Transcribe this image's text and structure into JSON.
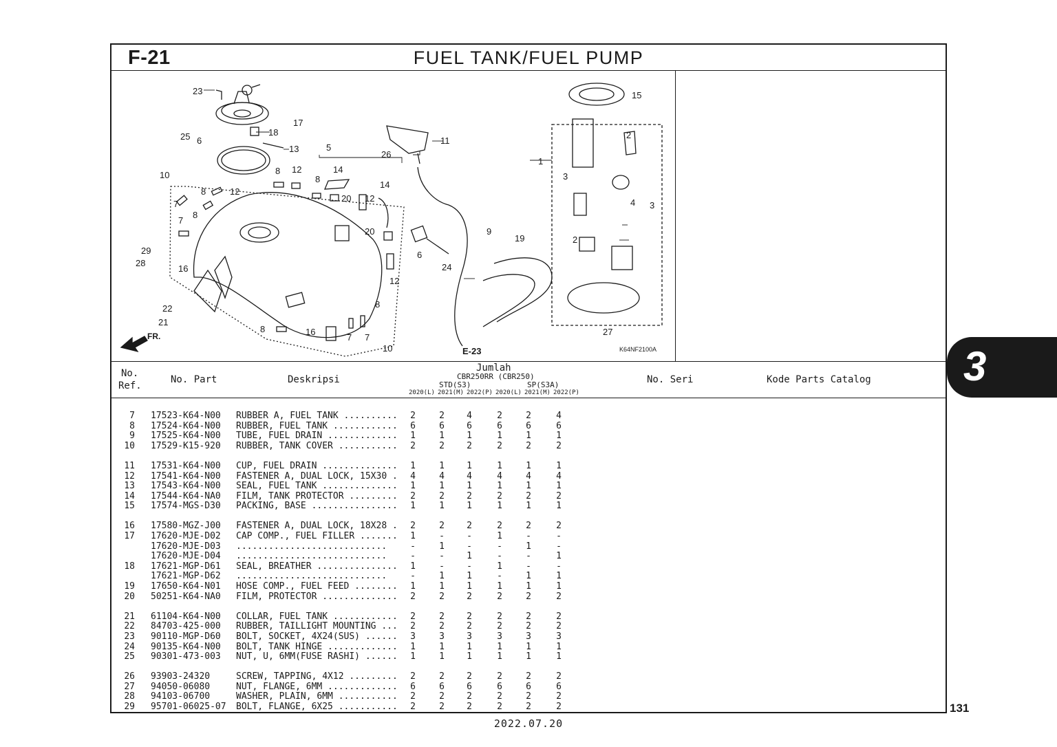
{
  "section_code": "F-21",
  "section_title": "FUEL TANK/FUEL PUMP",
  "diagram_code": "K64NF2100A",
  "callouts": {
    "fr": "FR.",
    "e23": "E-23",
    "n1": "1",
    "n2a": "2",
    "n2b": "2",
    "n3a": "3",
    "n3b": "3",
    "n4": "4",
    "n5": "5",
    "n6a": "6",
    "n6b": "6",
    "n7a": "7",
    "n7b": "7",
    "n7c": "7",
    "n7d": "7",
    "n8a": "8",
    "n8b": "8",
    "n8c": "8",
    "n8d": "8",
    "n8e": "8",
    "n8f": "8",
    "n9": "9",
    "n10a": "10",
    "n10b": "10",
    "n11": "11",
    "n12a": "12",
    "n12b": "12",
    "n12c": "12",
    "n12d": "12",
    "n13": "13",
    "n14a": "14",
    "n14b": "14",
    "n15": "15",
    "n16a": "16",
    "n16b": "16",
    "n17": "17",
    "n18": "18",
    "n19": "19",
    "n20a": "20",
    "n20b": "20",
    "n21": "21",
    "n22": "22",
    "n23": "23",
    "n24": "24",
    "n25": "25",
    "n26": "26",
    "n27": "27",
    "n28": "28",
    "n29": "29"
  },
  "table_header": {
    "ref_line1": "No.",
    "ref_line2": "Ref.",
    "part": "No. Part",
    "desc": "Deskripsi",
    "jumlah": "Jumlah",
    "model": "CBR250RR (CBR250)",
    "std": "STD(S3)",
    "sp": "SP(S3A)",
    "years": [
      "2020(L)",
      "2021(M)",
      "2022(P)",
      "2020(L)",
      "2021(M)",
      "2022(P)"
    ],
    "serial": "No. Seri",
    "catalog": "Kode Parts Catalog"
  },
  "parts": [
    {
      "ref": "7",
      "part": "17523-K64-N00",
      "desc": "RUBBER A, FUEL TANK ............",
      "q": [
        "2",
        "2",
        "4",
        "2",
        "2",
        "4"
      ]
    },
    {
      "ref": "8",
      "part": "17524-K64-N00",
      "desc": "RUBBER, FUEL TANK .............",
      "q": [
        "6",
        "6",
        "6",
        "6",
        "6",
        "6"
      ]
    },
    {
      "ref": "9",
      "part": "17525-K64-N00",
      "desc": "TUBE, FUEL DRAIN ..............",
      "q": [
        "1",
        "1",
        "1",
        "1",
        "1",
        "1"
      ]
    },
    {
      "ref": "10",
      "part": "17529-K15-920",
      "desc": "RUBBER, TANK COVER ............",
      "q": [
        "2",
        "2",
        "2",
        "2",
        "2",
        "2"
      ]
    },
    {
      "ref": "11",
      "part": "17531-K64-N00",
      "desc": "CUP, FUEL DRAIN ...............",
      "q": [
        "1",
        "1",
        "1",
        "1",
        "1",
        "1"
      ]
    },
    {
      "ref": "12",
      "part": "17541-K64-N00",
      "desc": "FASTENER A, DUAL LOCK, 15X30 ...",
      "q": [
        "4",
        "4",
        "4",
        "4",
        "4",
        "4"
      ]
    },
    {
      "ref": "13",
      "part": "17543-K64-N00",
      "desc": "SEAL, FUEL TANK ...............",
      "q": [
        "1",
        "1",
        "1",
        "1",
        "1",
        "1"
      ]
    },
    {
      "ref": "14",
      "part": "17544-K64-NA0",
      "desc": "FILM, TANK PROTECTOR ..........",
      "q": [
        "2",
        "2",
        "2",
        "2",
        "2",
        "2"
      ]
    },
    {
      "ref": "15",
      "part": "17574-MGS-D30",
      "desc": "PACKING, BASE .................",
      "q": [
        "1",
        "1",
        "1",
        "1",
        "1",
        "1"
      ]
    },
    {
      "ref": "16",
      "part": "17580-MGZ-J00",
      "desc": "FASTENER A, DUAL LOCK, 18X28 ...",
      "q": [
        "2",
        "2",
        "2",
        "2",
        "2",
        "2"
      ]
    },
    {
      "ref": "17",
      "part": "17620-MJE-D02",
      "desc": "CAP COMP., FUEL FILLER ........",
      "q": [
        "1",
        "-",
        "-",
        "1",
        "-",
        "-"
      ]
    },
    {
      "ref": "",
      "part": "17620-MJE-D03",
      "desc": "  ............................",
      "q": [
        "-",
        "1",
        "-",
        "-",
        "1",
        "-"
      ]
    },
    {
      "ref": "",
      "part": "17620-MJE-D04",
      "desc": "  ............................",
      "q": [
        "-",
        "-",
        "1",
        "-",
        "-",
        "1"
      ]
    },
    {
      "ref": "18",
      "part": "17621-MGP-D61",
      "desc": "SEAL, BREATHER ................",
      "q": [
        "1",
        "-",
        "-",
        "1",
        "-",
        "-"
      ]
    },
    {
      "ref": "",
      "part": "17621-MGP-D62",
      "desc": "  ............................",
      "q": [
        "-",
        "1",
        "1",
        "-",
        "1",
        "1"
      ]
    },
    {
      "ref": "19",
      "part": "17650-K64-N01",
      "desc": "HOSE COMP., FUEL FEED .........",
      "q": [
        "1",
        "1",
        "1",
        "1",
        "1",
        "1"
      ]
    },
    {
      "ref": "20",
      "part": "50251-K64-NA0",
      "desc": "FILM, PROTECTOR ...............",
      "q": [
        "2",
        "2",
        "2",
        "2",
        "2",
        "2"
      ]
    },
    {
      "ref": "21",
      "part": "61104-K64-N00",
      "desc": "COLLAR, FUEL TANK .............",
      "q": [
        "2",
        "2",
        "2",
        "2",
        "2",
        "2"
      ]
    },
    {
      "ref": "22",
      "part": "84703-425-000",
      "desc": "RUBBER, TAILLIGHT MOUNTING .....",
      "q": [
        "2",
        "2",
        "2",
        "2",
        "2",
        "2"
      ]
    },
    {
      "ref": "23",
      "part": "90110-MGP-D60",
      "desc": "BOLT, SOCKET, 4X24(SUS) .......",
      "q": [
        "3",
        "3",
        "3",
        "3",
        "3",
        "3"
      ]
    },
    {
      "ref": "24",
      "part": "90135-K64-N00",
      "desc": "BOLT, TANK HINGE ..............",
      "q": [
        "1",
        "1",
        "1",
        "1",
        "1",
        "1"
      ]
    },
    {
      "ref": "25",
      "part": "90301-473-003",
      "desc": "NUT, U, 6MM(FUSE RASHI) .......",
      "q": [
        "1",
        "1",
        "1",
        "1",
        "1",
        "1"
      ]
    },
    {
      "ref": "26",
      "part": "93903-24320",
      "desc": "SCREW, TAPPING, 4X12 ..........",
      "q": [
        "2",
        "2",
        "2",
        "2",
        "2",
        "2"
      ]
    },
    {
      "ref": "27",
      "part": "94050-06080",
      "desc": "NUT, FLANGE, 6MM ..............",
      "q": [
        "6",
        "6",
        "6",
        "6",
        "6",
        "6"
      ]
    },
    {
      "ref": "28",
      "part": "94103-06700",
      "desc": "WASHER, PLAIN, 6MM ............",
      "q": [
        "2",
        "2",
        "2",
        "2",
        "2",
        "2"
      ]
    },
    {
      "ref": "29",
      "part": "95701-06025-07",
      "desc": "BOLT, FLANGE, 6X25 ............",
      "q": [
        "2",
        "2",
        "2",
        "2",
        "2",
        "2"
      ]
    }
  ],
  "chapter_tab": "3",
  "page_number": "131",
  "footer_date": "2022.07.20",
  "colors": {
    "ink": "#1a1a1a",
    "paper": "#ffffff",
    "tab": "#1a1a1a"
  }
}
